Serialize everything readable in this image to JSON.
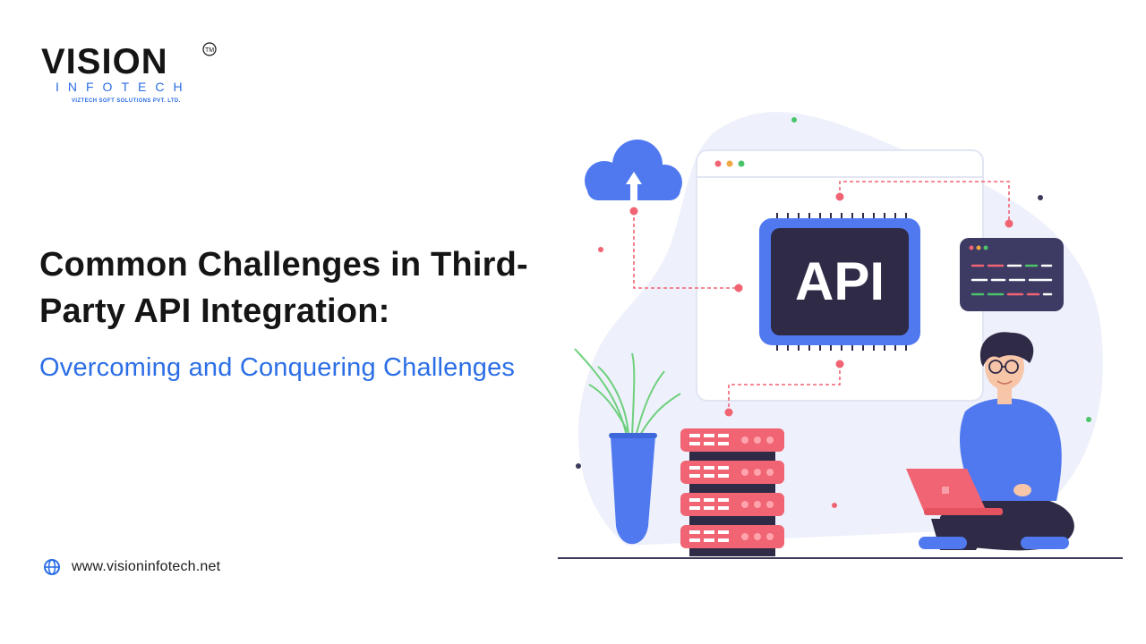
{
  "brand": {
    "name": "VISION",
    "trademark": "TM",
    "sub": "INFOTECH",
    "tagline": "VIZTECH SOFT SOLUTIONS PVT. LTD.",
    "colors": {
      "dark": "#151515",
      "blue": "#2b6ee6"
    }
  },
  "headline": {
    "title": "Common Challenges in Third-Party API Integration:",
    "subtitle": "Overcoming and Conquering Challenges"
  },
  "footer": {
    "website": "www.visioninfotech.net",
    "icon": "globe-icon"
  },
  "illustration": {
    "chip_label": "API",
    "icons": [
      "cloud-upload-icon",
      "api-chip",
      "code-window",
      "server-rack",
      "plant-vase",
      "developer-with-laptop"
    ],
    "colors": {
      "blue": "#5079f0",
      "dark": "#2f2a46",
      "red": "#f06473",
      "bg": "#eef1fb"
    }
  }
}
